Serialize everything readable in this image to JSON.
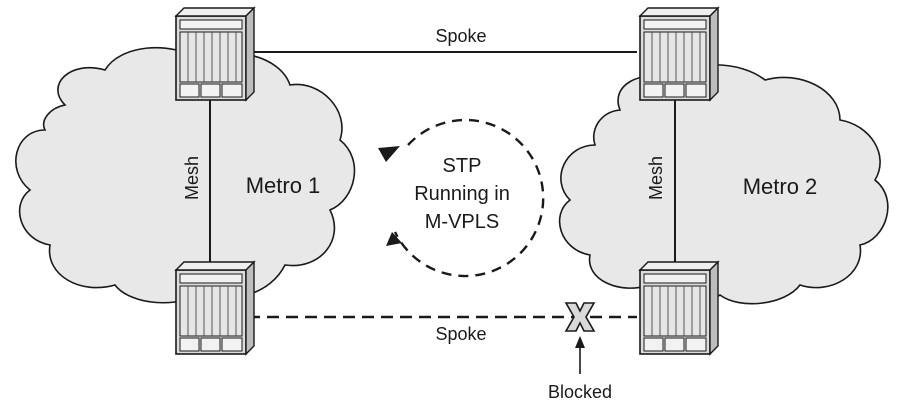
{
  "labels": {
    "metro1": "Metro 1",
    "metro2": "Metro 2",
    "spoke_top": "Spoke",
    "spoke_bottom": "Spoke",
    "mesh_left": "Mesh",
    "mesh_right": "Mesh",
    "stp_line1": "STP",
    "stp_line2": "Running in",
    "stp_line3": "M-VPLS",
    "blocked": "Blocked"
  },
  "colors": {
    "cloud_fill": "#e8e8e8",
    "cloud_stroke": "#1a1a1a",
    "line": "#1a1a1a",
    "device_fill": "#dcdcdc"
  }
}
